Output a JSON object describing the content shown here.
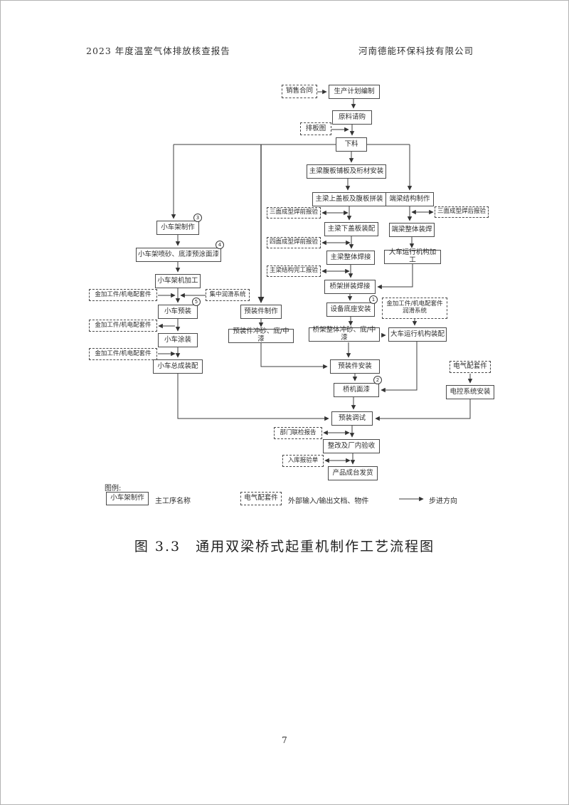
{
  "header": {
    "left": "2023 年度温室气体排放核查报告",
    "right": "河南德能环保科技有限公司"
  },
  "flowchart": {
    "nodes": {
      "sales_contract": {
        "label": "销售合同"
      },
      "production_plan": {
        "label": "生产计划编制"
      },
      "material_purchase": {
        "label": "原料请购"
      },
      "layout_drawing": {
        "label": "排板图"
      },
      "cutting": {
        "label": "下料"
      },
      "girder_web_install": {
        "label": "主梁腹板铺板及桁材安装"
      },
      "girder_top_assembly": {
        "label": "主梁上盖板及腹板拼装"
      },
      "inspect_3side_preweld": {
        "label": "三面成型焊前报验"
      },
      "girder_bottom_assembly": {
        "label": "主梁下盖板装配"
      },
      "inspect_4side_preweld": {
        "label": "四面成型焊前报验"
      },
      "girder_welding": {
        "label": "主梁整体焊接"
      },
      "inspect_girder_complete": {
        "label": "主梁结构完工报验"
      },
      "bridge_assembly_welding": {
        "label": "桥架拼装焊接"
      },
      "end_beam_fabrication": {
        "label": "端梁结构制作"
      },
      "inspect_3side_postweld": {
        "label": "三面成型焊后报验"
      },
      "end_beam_welding": {
        "label": "端梁整体装焊"
      },
      "cart_mechanism_machining": {
        "label": "大车运行机构加工"
      },
      "equipment_base_install": {
        "label": "设备底座安装",
        "badge": "1"
      },
      "bridge_sandblast_paint": {
        "label": "桥架整体冲砂、底/中漆"
      },
      "machined_parts_lubrication": {
        "label": "金加工件/机电配套件\n润滑系统"
      },
      "cart_mechanism_assembly": {
        "label": "大车运行机构装配"
      },
      "preassembly_install": {
        "label": "预装件安装"
      },
      "crane_topcoat": {
        "label": "桥机面漆",
        "badge": "2"
      },
      "trolley_frame_fabrication": {
        "label": "小车架制作",
        "badge": "3"
      },
      "trolley_frame_sandblast": {
        "label": "小车架喷砂、底漆预涂面漆",
        "badge": "4"
      },
      "trolley_frame_machining": {
        "label": "小车架机加工"
      },
      "machined_parts_1": {
        "label": "金加工件/机电配套件"
      },
      "central_lubrication": {
        "label": "集中润滑系统"
      },
      "trolley_preassembly": {
        "label": "小车预装",
        "badge": "5"
      },
      "machined_parts_2": {
        "label": "金加工件/机电配套件"
      },
      "trolley_painting": {
        "label": "小车涂装"
      },
      "machined_parts_3": {
        "label": "金加工件/机电配套件"
      },
      "trolley_final_assembly": {
        "label": "小车总成装配"
      },
      "preassembly_fabrication": {
        "label": "预装件制作"
      },
      "preassembly_sandblast": {
        "label": "预装件冲砂、底/中漆"
      },
      "electrical_accessories": {
        "label": "电气配套件"
      },
      "electrical_system_install": {
        "label": "电控系统安装"
      },
      "preassembly_commissioning": {
        "label": "预装调试"
      },
      "dept_inspection_report": {
        "label": "部门联检报告"
      },
      "rectification_acceptance": {
        "label": "整改及厂内验收"
      },
      "warehouse_inspection_form": {
        "label": "入库报验单"
      },
      "product_shipment": {
        "label": "产品成台发货"
      }
    },
    "legend": {
      "title": "图例:",
      "process_sample": "小车架制作",
      "process_meaning": "主工序名称",
      "dashed_sample": "电气配套件",
      "dashed_meaning": "外部输入/输出文档、物件",
      "arrow_meaning": "步进方向"
    }
  },
  "caption": "图 3.3　通用双梁桥式起重机制作工艺流程图",
  "page_number": "7"
}
